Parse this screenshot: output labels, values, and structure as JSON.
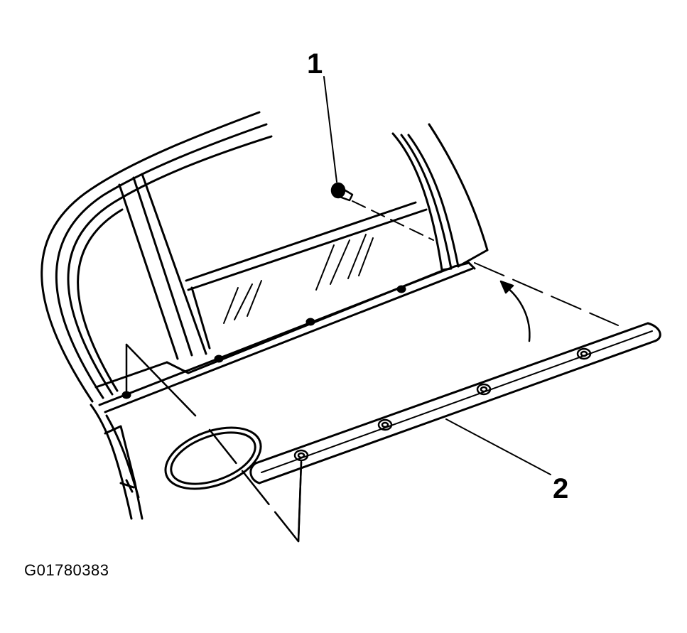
{
  "callouts": [
    {
      "id": "1",
      "label": "1"
    },
    {
      "id": "2",
      "label": "2"
    }
  ],
  "figure_id": "G01780383",
  "colors": {
    "line": "#000000",
    "background": "#ffffff"
  }
}
